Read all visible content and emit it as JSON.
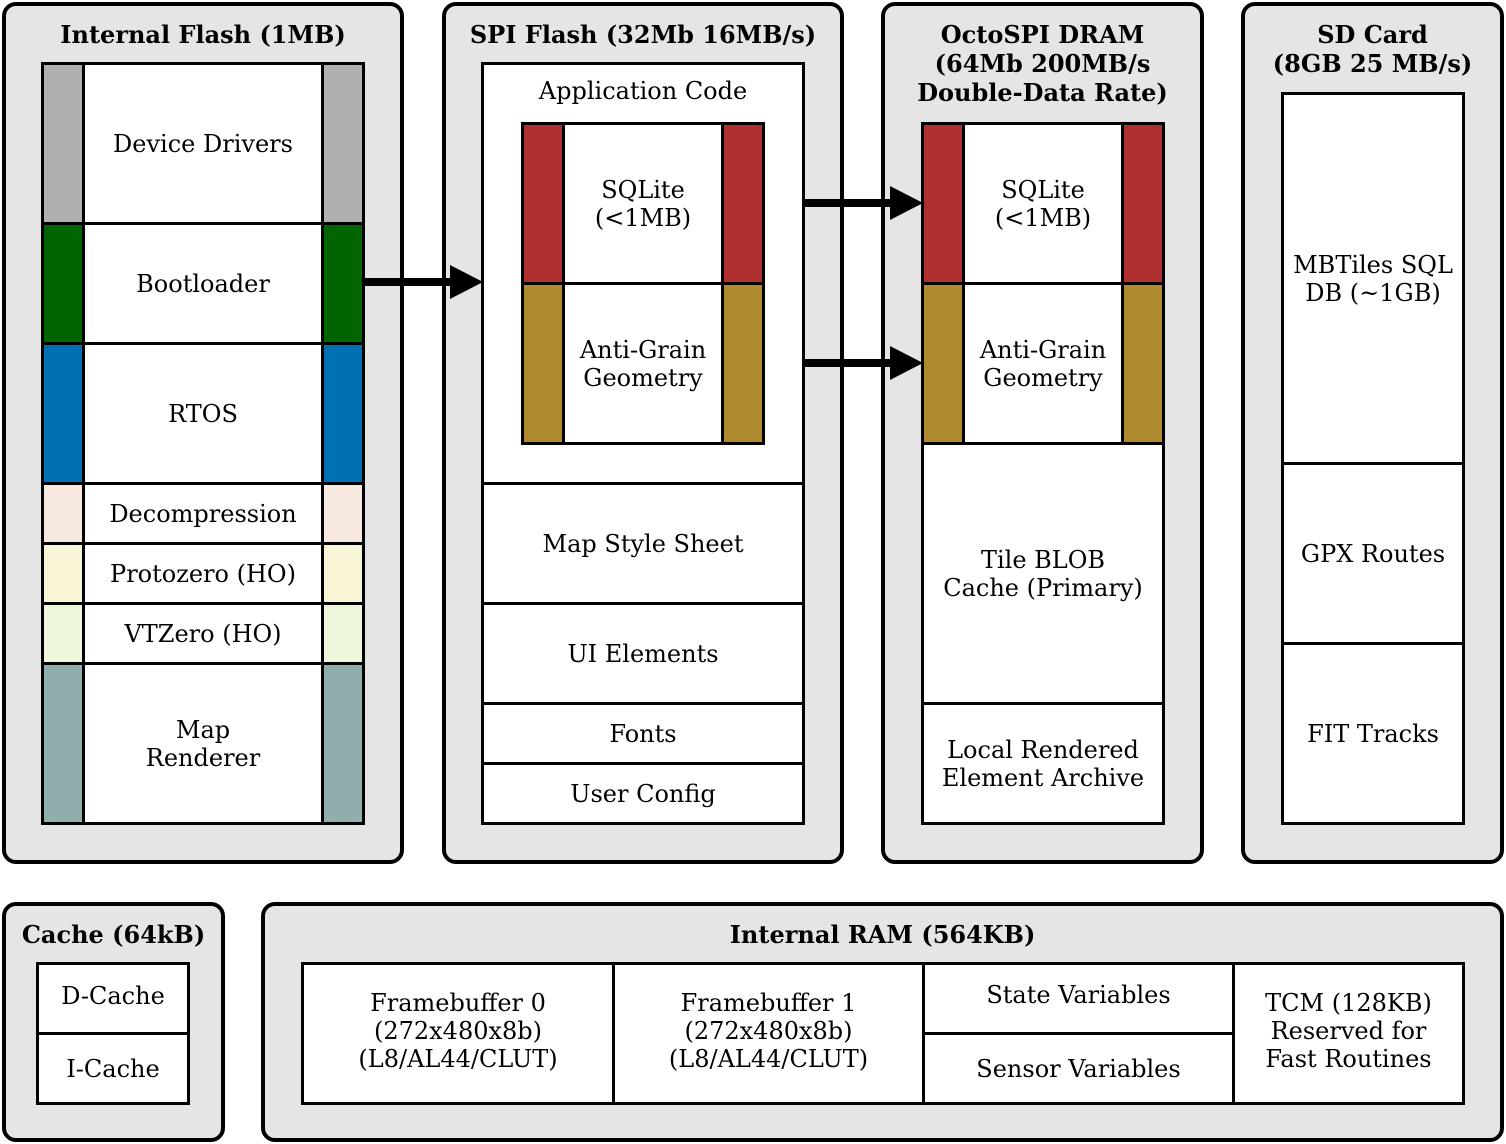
{
  "internal_flash": {
    "title": "Internal Flash (1MB)",
    "sections": [
      {
        "label": "Device Drivers",
        "color": "#b0b0b0"
      },
      {
        "label": "Bootloader",
        "color": "#006400"
      },
      {
        "label": "RTOS",
        "color": "#0070b5"
      },
      {
        "label": "Decompression",
        "color": "#f7e8e0"
      },
      {
        "label": "Protozero (HO)",
        "color": "#f7f5d5"
      },
      {
        "label": "VTZero (HO)",
        "color": "#eef6dc"
      },
      {
        "label_lines": [
          "Map",
          "Renderer"
        ],
        "color": "#8faeac"
      }
    ]
  },
  "spi_flash": {
    "title": "SPI Flash (32Mb 16MB/s)",
    "application_code": "Application Code",
    "libs": [
      {
        "label_lines": [
          "SQLite",
          "(<1MB)"
        ],
        "color": "#b03030"
      },
      {
        "label_lines": [
          "Anti-Grain",
          "Geometry"
        ],
        "color": "#b08a2e"
      }
    ],
    "sections": [
      "Map Style Sheet",
      "UI Elements",
      "Fonts",
      "User Config"
    ]
  },
  "octospi_dram": {
    "title_lines": [
      "OctoSPI DRAM",
      "(64Mb 200MB/s",
      "Double-Data Rate)"
    ],
    "libs": [
      {
        "label_lines": [
          "SQLite",
          "(<1MB)"
        ],
        "color": "#b03030"
      },
      {
        "label_lines": [
          "Anti-Grain",
          "Geometry"
        ],
        "color": "#b08a2e"
      }
    ],
    "sections": [
      {
        "label_lines": [
          "Tile BLOB",
          "Cache (Primary)"
        ]
      },
      {
        "label_lines": [
          "Local Rendered",
          "Element Archive"
        ]
      }
    ]
  },
  "sd_card": {
    "title_lines": [
      "SD Card",
      "(8GB 25 MB/s)"
    ],
    "sections": [
      {
        "label_lines": [
          "MBTiles SQL",
          "DB (~1GB)"
        ]
      },
      {
        "label_lines": [
          "GPX Routes"
        ]
      },
      {
        "label_lines": [
          "FIT Tracks"
        ]
      }
    ]
  },
  "cache": {
    "title": "Cache (64kB)",
    "sections": [
      "D-Cache",
      "I-Cache"
    ]
  },
  "internal_ram": {
    "title": "Internal RAM (564KB)",
    "framebuffers": [
      {
        "label_lines": [
          "Framebuffer 0",
          "(272x480x8b)",
          "(L8/AL44/CLUT)"
        ]
      },
      {
        "label_lines": [
          "Framebuffer 1",
          "(272x480x8b)",
          "(L8/AL44/CLUT)"
        ]
      }
    ],
    "variables": [
      "State Variables",
      "Sensor Variables"
    ],
    "tcm_lines": [
      "TCM (128KB)",
      "Reserved for",
      "Fast Routines"
    ]
  }
}
